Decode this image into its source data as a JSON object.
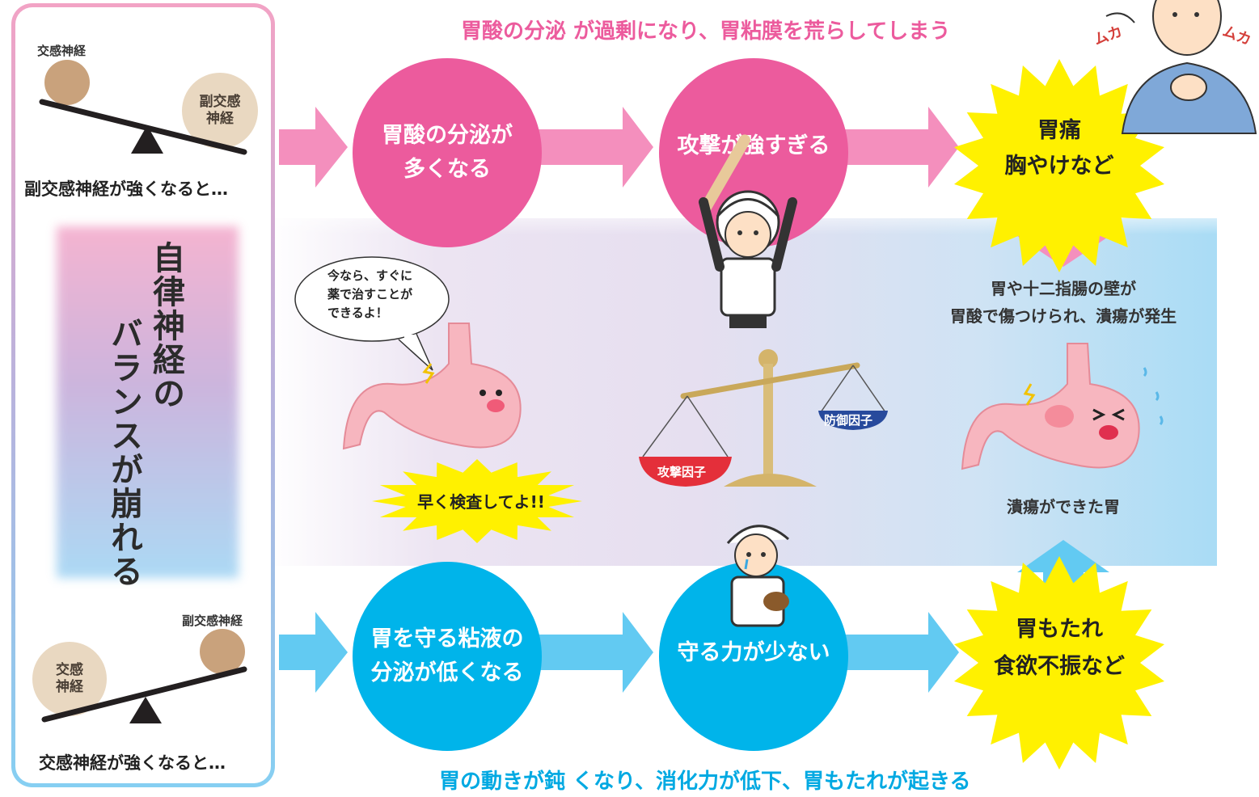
{
  "headline_top": "胃酸の分泌 が過剰になり、胃粘膜を荒らしてしまう",
  "headline_bottom": "胃の動きが鈍 くなり、消化力が低下、胃もたれが起きる",
  "left_panel": {
    "top_scale": {
      "heavy_label": "交感神経",
      "light_label": "副交感\n神経",
      "caption": "副交感神経が強くなると…"
    },
    "center_title": [
      "自律神経の",
      "バランスが崩れる"
    ],
    "bottom_scale": {
      "heavy_label": "副交感神経",
      "light_label": "交感\n神経",
      "caption": "交感神経が強くなると…"
    }
  },
  "top_row": {
    "step1": "胃酸の分泌が\n多くなる",
    "step2": "攻撃が強すぎる",
    "result": "胃痛\n胸やけなど"
  },
  "bottom_row": {
    "step1": "胃を守る粘液の\n分泌が低くなる",
    "step2": "守る力が少ない",
    "result": "胃もたれ\n食欲不振など"
  },
  "middle": {
    "speech_bubble": "今なら、すぐに\n薬で治すことが\nできるよ！",
    "alert_burst": "早く検査してよ!!",
    "attack_factor": "攻撃因子",
    "defense_factor": "防御因子",
    "ulcer_explanation": "胃や十二指腸の壁が\n胃酸で傷つけられ、潰瘍が発生",
    "ulcer_caption": "潰瘍ができた胃",
    "mukamuka": "ムカ"
  },
  "colors": {
    "pink": "#ec5b9d",
    "pink_arrow": "#f48fbd",
    "blue": "#00b4ea",
    "blue_arrow": "#62caf2",
    "yellow": "#fff100",
    "headline_pink": "#ec5b9d",
    "headline_blue": "#00a9e2"
  }
}
